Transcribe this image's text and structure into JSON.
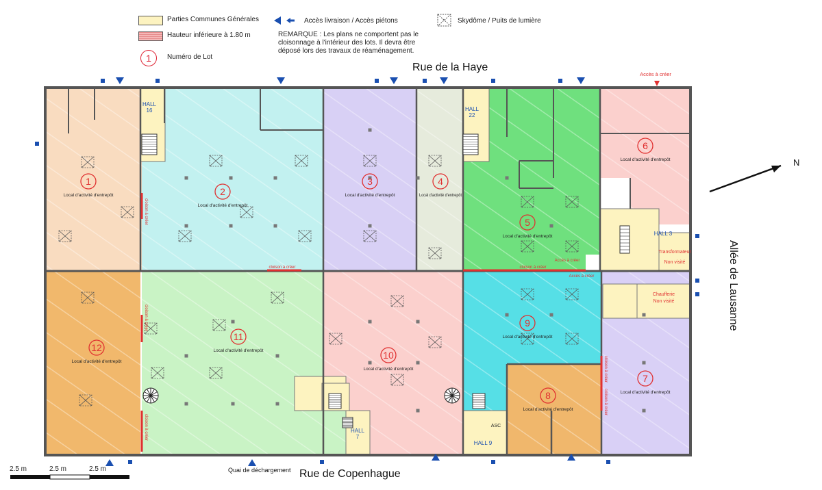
{
  "legend": {
    "common_areas": "Parties Communes Générales",
    "low_height": "Hauteur inférieure à 1.80 m",
    "lot_number_sample": "1",
    "lot_number_label": "Numéro de Lot",
    "access": "Accès livraison / Accès piétons",
    "skydome": "Skydôme / Puits de lumière",
    "remark": "REMARQUE : Les plans ne comportent pas le\ncloisonnage à l'intérieur des lots. Il devra être\ndéposé lors des travaux de réaménagement."
  },
  "streets": {
    "north": "Rue de la Haye",
    "south": "Rue de Copenhague",
    "east": "Allée de Lausanne"
  },
  "compass": "N",
  "scale": {
    "labels": [
      "2.5 m",
      "2.5 m",
      "2.5 m"
    ]
  },
  "loading_dock": "Quai de déchargement",
  "lots": [
    {
      "num": "1",
      "label": "Local d'activité d'entrepôt",
      "color": "#f9dcc0"
    },
    {
      "num": "2",
      "label": "Local d'activité d'entrepôt",
      "color": "#c2f1f0"
    },
    {
      "num": "3",
      "label": "Local d'activité d'entrepôt",
      "color": "#d8d0f5"
    },
    {
      "num": "4",
      "label": "Local d'activité d'entrepôt",
      "color": "#e6ebdc"
    },
    {
      "num": "5",
      "label": "Local d'activité d'entrepôt",
      "color": "#6fe07e"
    },
    {
      "num": "6",
      "label": "Local d'activité d'entrepôt",
      "color": "#fbd0cd"
    },
    {
      "num": "7",
      "label": "Local d'activité d'entrepôt",
      "color": "#d9d0f6"
    },
    {
      "num": "8",
      "label": "Local d'activité d'entrepôt",
      "color": "#f0b76c"
    },
    {
      "num": "9",
      "label": "Local d'activité d'entrepôt",
      "color": "#56dfe6"
    },
    {
      "num": "10",
      "label": "Local d'activité d'entrepôt",
      "color": "#fbd0cd"
    },
    {
      "num": "11",
      "label": "Local d'activité d'entrepôt",
      "color": "#c9f3c5"
    },
    {
      "num": "12",
      "label": "Local d'activité d'entrepôt",
      "color": "#f1b86c"
    }
  ],
  "halls": {
    "h16": "HALL\n16",
    "h22": "HALL\n22",
    "h3": "HALL 3",
    "h7": "HALL\n7",
    "h9": "HALL 9",
    "asc": "ASC"
  },
  "annotations": {
    "acces_creer": "Accès à créer",
    "cloison_creer": "cloison à créer",
    "transformateur": "Transformateur",
    "non_visite": "Non visité",
    "chaufferie": "Chaufferie",
    "chaufferie_nv": "Non visité"
  },
  "colors": {
    "common": "#fdf3c0",
    "low_height": "#f6b7b7",
    "red": "#e03030",
    "wall": "#555555",
    "access_arrow": "#1a4fb0"
  }
}
